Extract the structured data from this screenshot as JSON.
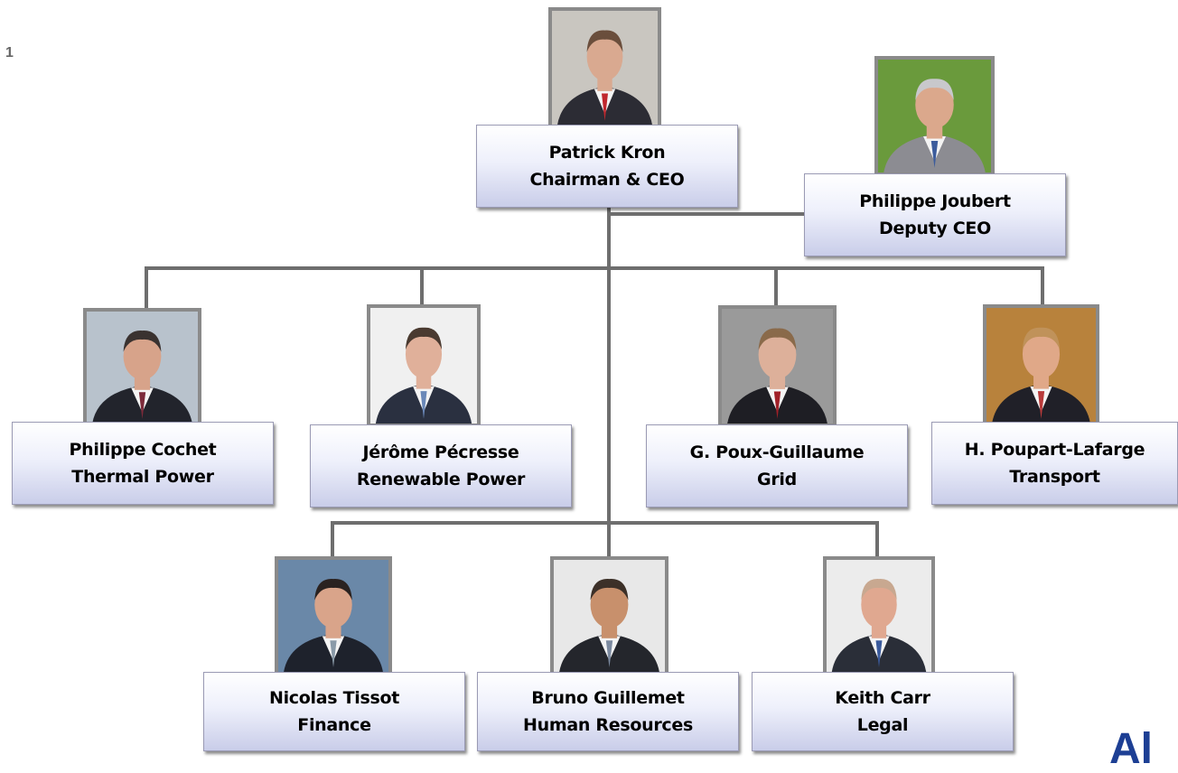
{
  "page_number": "1",
  "nodes": [
    {
      "id": "kron",
      "name": "Patrick Kron",
      "role": "Chairman & CEO",
      "bg": "#c9c6c0",
      "suit": "#2c2c34",
      "tie": "#c0282e",
      "skin": "#d9a990",
      "hair": "#6a4e3c"
    },
    {
      "id": "joubert",
      "name": "Philippe Joubert",
      "role": "Deputy CEO",
      "bg": "#6a9a3c",
      "suit": "#8c8c92",
      "tie": "#3c5c9c",
      "skin": "#dba88c",
      "hair": "#c8c8cc"
    },
    {
      "id": "cochet",
      "name": "Philippe Cochet",
      "role": "Thermal Power",
      "bg": "#b8c2cc",
      "suit": "#22242c",
      "tie": "#7c2a3a",
      "skin": "#d7a38a",
      "hair": "#3a3230"
    },
    {
      "id": "pecresse",
      "name": "Jérôme Pécresse",
      "role": "Renewable Power",
      "bg": "#f0f0f0",
      "suit": "#2a3040",
      "tie": "#6a88b8",
      "skin": "#e0b09a",
      "hair": "#4a3a30"
    },
    {
      "id": "poux",
      "name": "G. Poux-Guillaume",
      "role": "Grid",
      "bg": "#9a9a9a",
      "suit": "#1e1e24",
      "tie": "#a02028",
      "skin": "#ddb09a",
      "hair": "#8a6a4a"
    },
    {
      "id": "poupart",
      "name": "H. Poupart-Lafarge",
      "role": "Transport",
      "bg": "#b8823c",
      "suit": "#202028",
      "tie": "#b83a3a",
      "skin": "#e0a888",
      "hair": "#c0925a"
    },
    {
      "id": "tissot",
      "name": "Nicolas Tissot",
      "role": "Finance",
      "bg": "#6a88a8",
      "suit": "#1e222c",
      "tie": "#8a9aa8",
      "skin": "#d9a48a",
      "hair": "#2a2220"
    },
    {
      "id": "guillemet",
      "name": "Bruno Guillemet",
      "role": "Human Resources",
      "bg": "#e8e8e8",
      "suit": "#24262c",
      "tie": "#7c8aa0",
      "skin": "#c8906c",
      "hair": "#3c3028"
    },
    {
      "id": "carr",
      "name": "Keith Carr",
      "role": "Legal",
      "bg": "#ececec",
      "suit": "#2a2e38",
      "tie": "#3a5a9c",
      "skin": "#e0a890",
      "hair": "#c8a890"
    }
  ],
  "logo_text": "Al",
  "connector_color": "#6e6e6e"
}
